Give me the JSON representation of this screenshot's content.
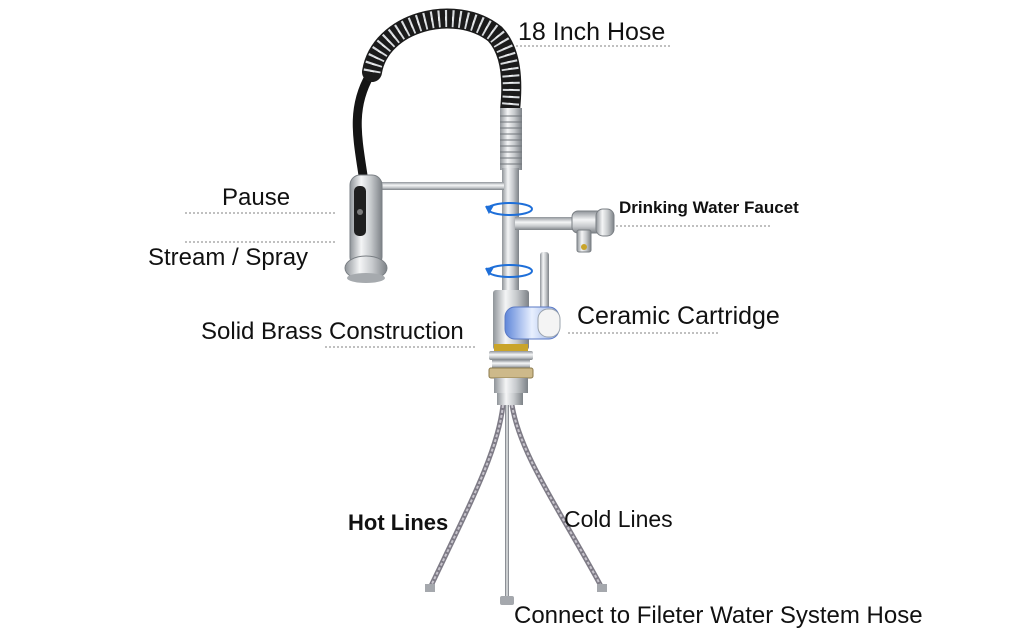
{
  "labels": {
    "hose": "18 Inch Hose",
    "pause": "Pause",
    "stream_spray": "Stream / Spray",
    "drinking_water_faucet": "Drinking Water Faucet",
    "ceramic_cartridge": "Ceramic Cartridge",
    "solid_brass": "Solid Brass Construction",
    "hot_lines": "Hot Lines",
    "cold_lines": "Cold Lines",
    "connect_hose": "Connect to Fileter Water System Hose"
  },
  "colors": {
    "rotation_arrow": "#1e6fd9",
    "brass_ring": "#c9a42a",
    "chrome": "#bfc3c7",
    "spring_coil": "#1a1a1a"
  }
}
